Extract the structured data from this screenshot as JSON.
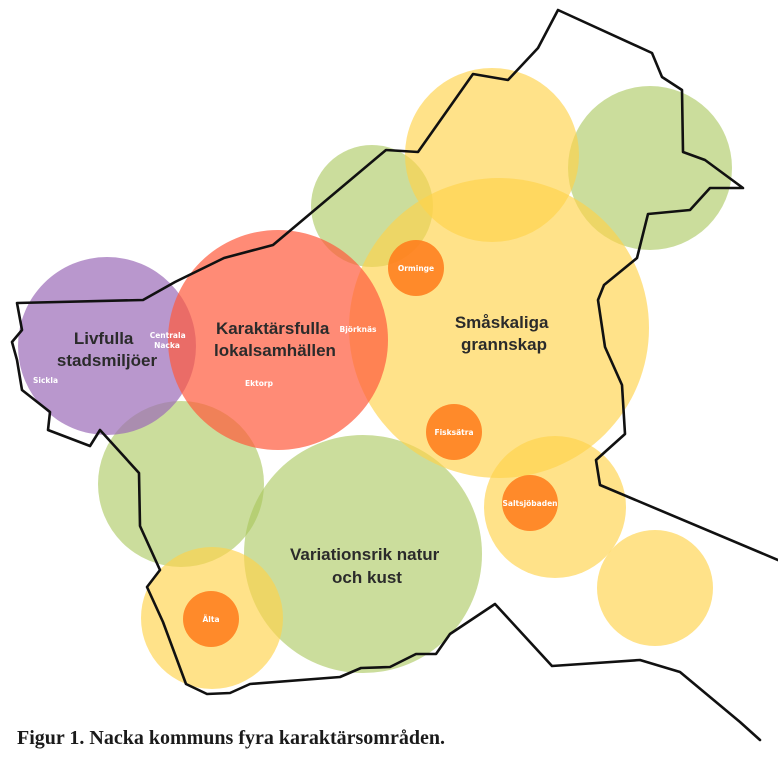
{
  "caption": "Figur 1. Nacka kommuns fyra karaktärsområden.",
  "colors": {
    "purple": "#9b6bb8",
    "red": "#ff5a3c",
    "yellow": "#ffd24a",
    "green": "#a8c75a",
    "orange": "#ff7a1a",
    "boundary": "#111111"
  },
  "areas": {
    "livfulla": [
      "Livfulla",
      "stadsmiljöer"
    ],
    "karaktarsfulla": [
      "Karaktärsfulla",
      "lokalsamhällen"
    ],
    "smaskaliga": [
      "Småskaliga",
      "grannskap"
    ],
    "variationsrik": [
      "Variationsrik natur",
      "och kust"
    ]
  },
  "places": {
    "sickla": "Sickla",
    "centrala_nacka": [
      "Centrala",
      "Nacka"
    ],
    "ektorp": "Ektorp",
    "bjorknas": "Björknäs",
    "orminge": "Orminge",
    "fisksatra": "Fisksätra",
    "saltsjobaden": "Saltsjöbaden",
    "alta": "Älta"
  }
}
